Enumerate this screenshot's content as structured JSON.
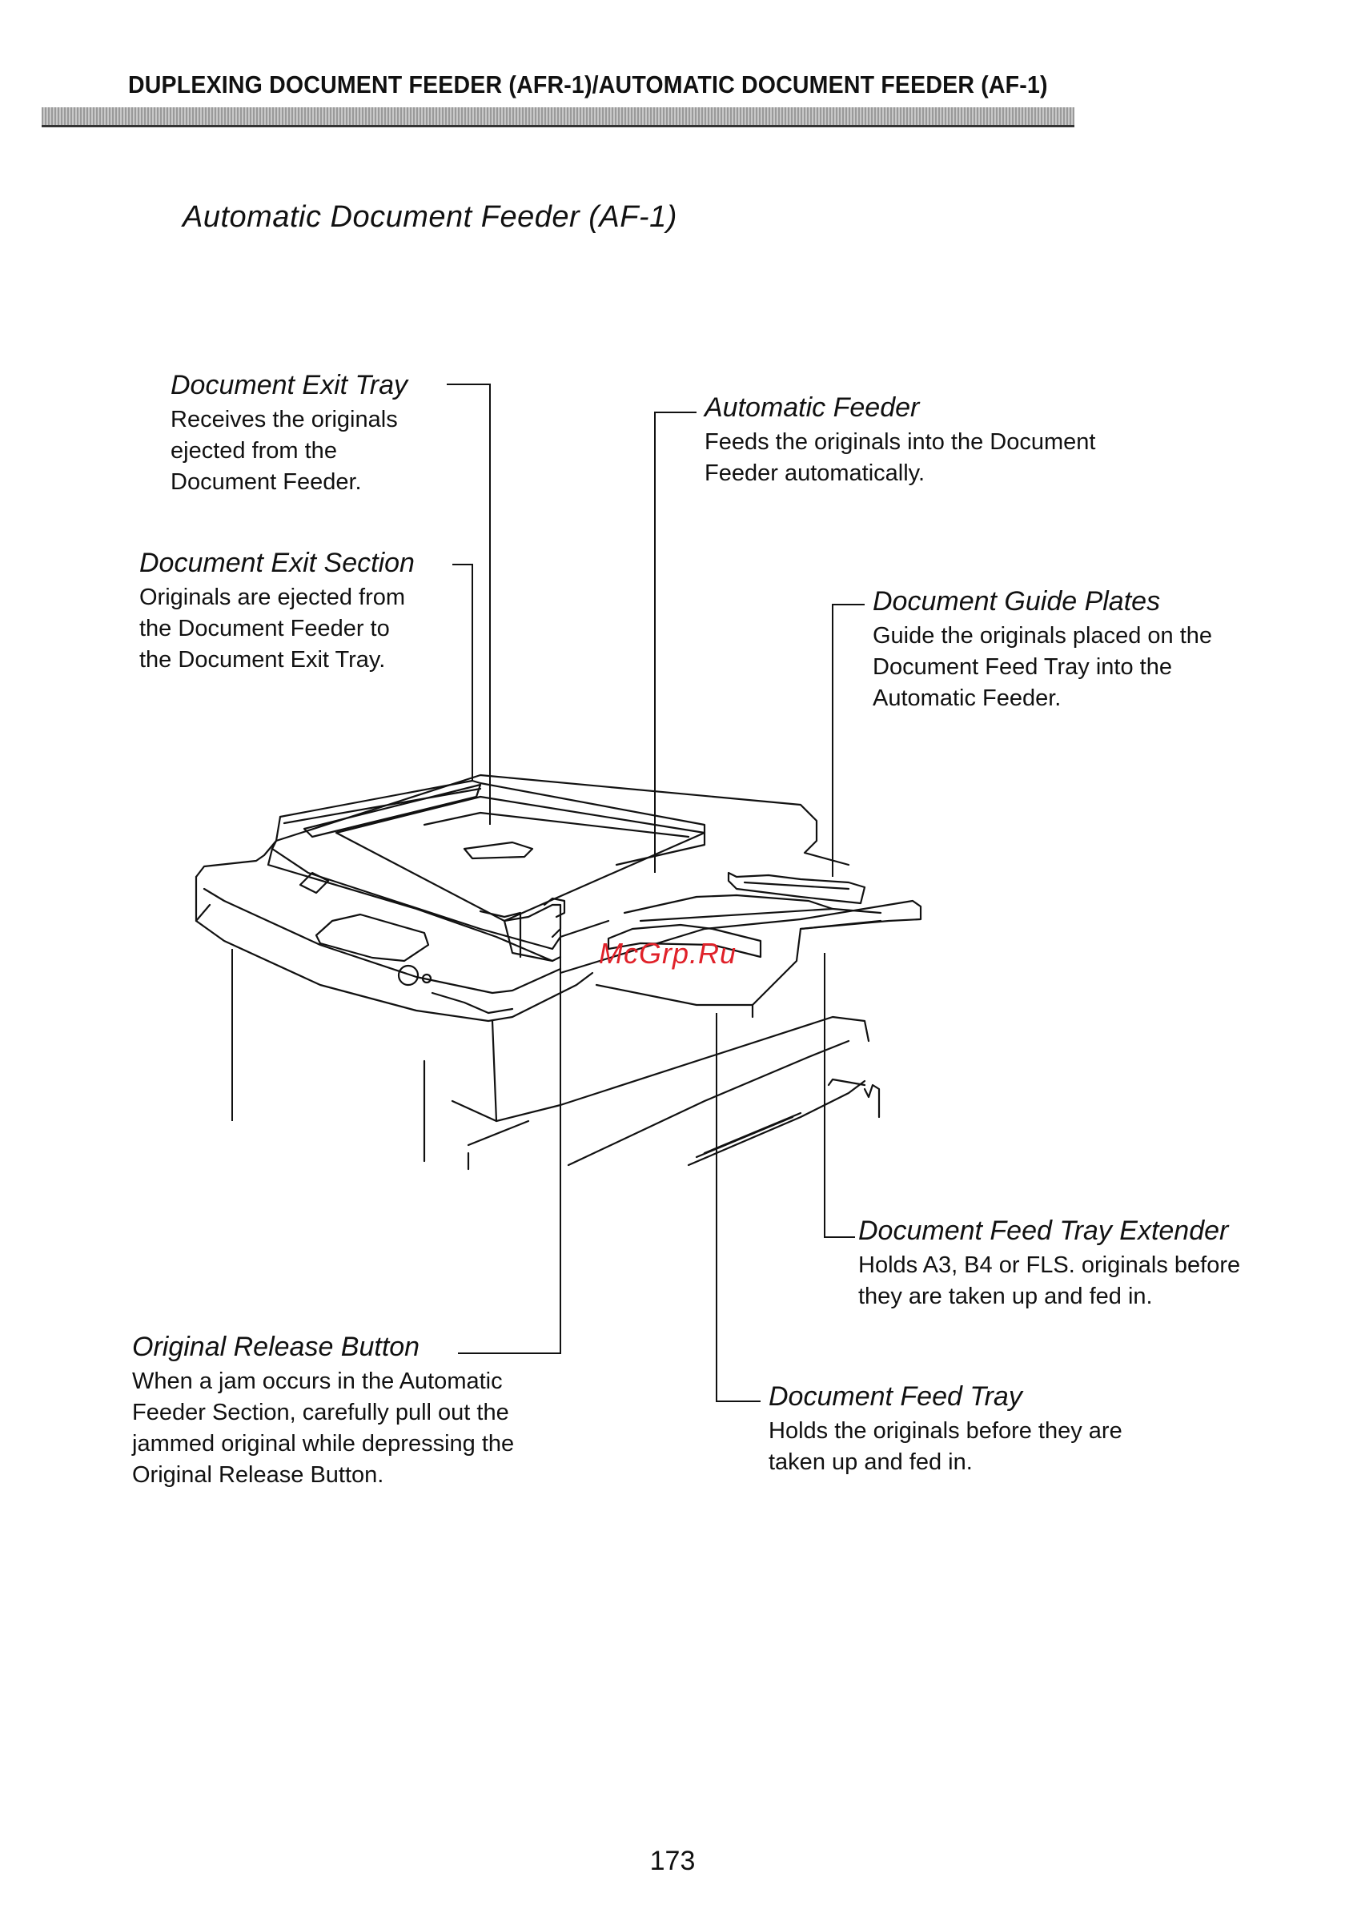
{
  "header": {
    "title": "DUPLEXING DOCUMENT FEEDER (AFR-1)/AUTOMATIC DOCUMENT FEEDER (AF-1)"
  },
  "section_title": "Automatic Document Feeder (AF-1)",
  "labels": {
    "exit_tray": {
      "name": "Document Exit Tray",
      "desc": "Receives the originals\nejected from the\nDocument Feeder."
    },
    "exit_section": {
      "name": "Document Exit Section",
      "desc": "Originals are ejected from\nthe Document Feeder to\nthe Document Exit Tray."
    },
    "automatic_feeder": {
      "name": "Automatic Feeder",
      "desc": "Feeds the originals into the Document\nFeeder automatically."
    },
    "guide_plates": {
      "name": "Document Guide Plates",
      "desc": "Guide the originals placed on the\nDocument Feed Tray into the\n Automatic Feeder."
    },
    "feed_tray_extender": {
      "name": "Document Feed Tray Extender",
      "desc": "Holds A3, B4 or FLS. originals before\nthey are taken up and fed in."
    },
    "original_release_button": {
      "name": "Original Release Button",
      "desc": "When a jam occurs in the Automatic\nFeeder Section, carefully pull out the\njammed original while depressing the\nOriginal Release Button."
    },
    "feed_tray": {
      "name": "Document Feed Tray",
      "desc": "Holds the originals before they are\ntaken up and fed in."
    }
  },
  "watermark": "McGrp.Ru",
  "page_number": "173"
}
